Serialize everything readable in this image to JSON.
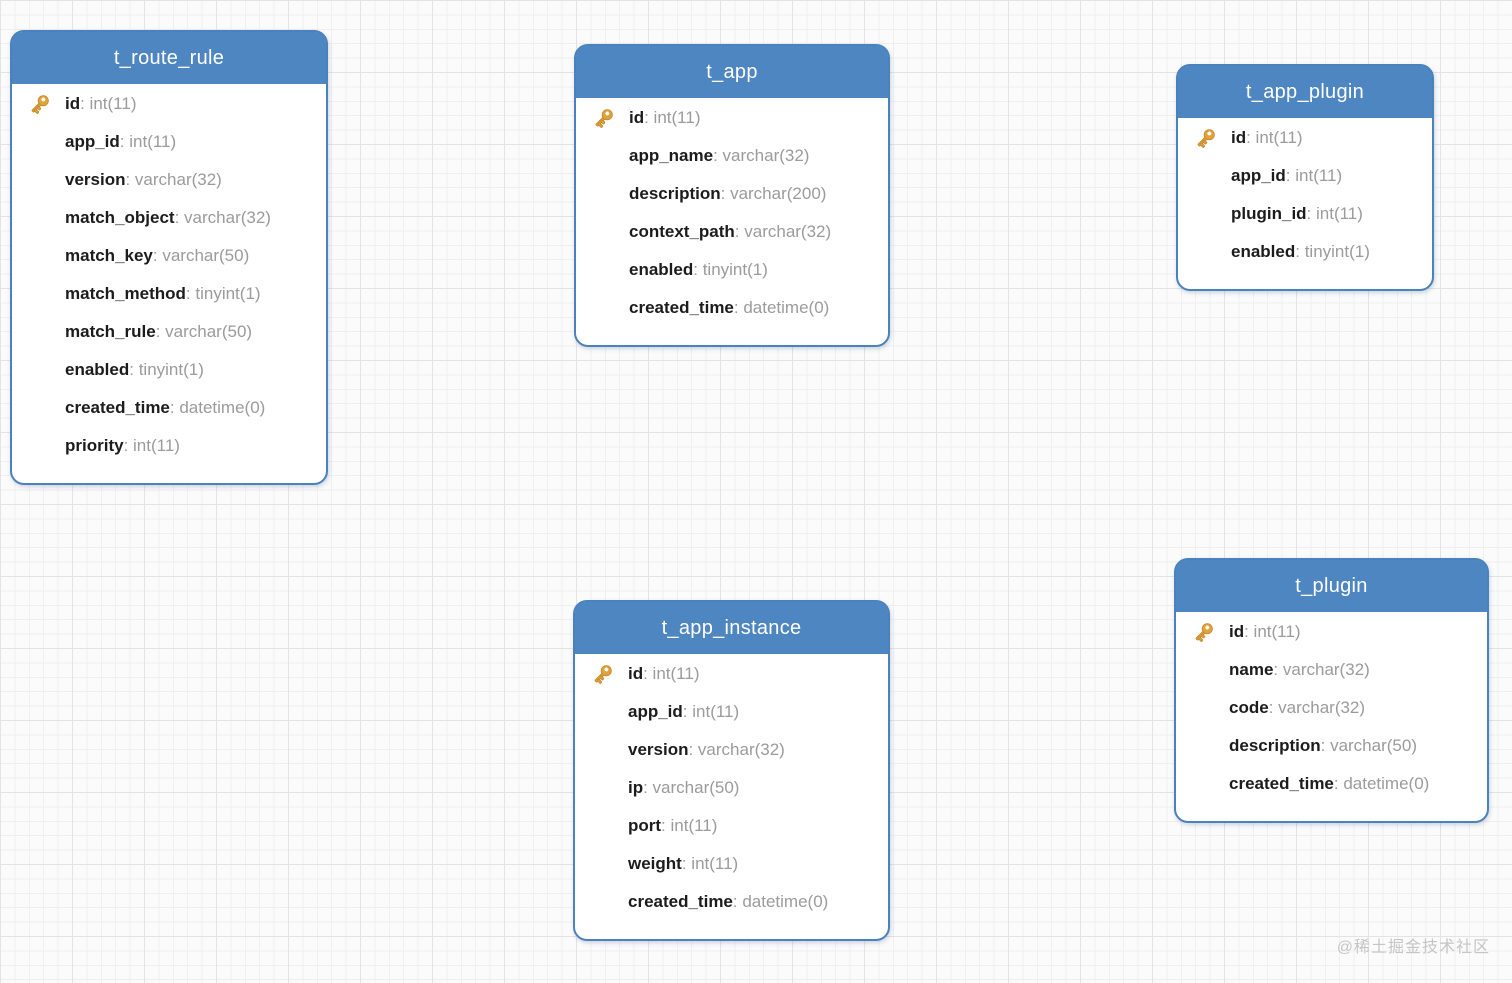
{
  "diagram": {
    "watermark": "@稀土掘金技术社区",
    "colors": {
      "header_blue": "#4E86C1",
      "border_blue": "#4982BC",
      "field_name": "#1C1C1C",
      "field_type": "#9B9B9B",
      "key_gold": "#E0A33C"
    },
    "tables": [
      {
        "title": "t_route_rule",
        "fields": [
          {
            "name": "id",
            "type": "int(11)",
            "key": true
          },
          {
            "name": "app_id",
            "type": "int(11)"
          },
          {
            "name": "version",
            "type": "varchar(32)"
          },
          {
            "name": "match_object",
            "type": "varchar(32)"
          },
          {
            "name": "match_key",
            "type": "varchar(50)"
          },
          {
            "name": "match_method",
            "type": "tinyint(1)"
          },
          {
            "name": "match_rule",
            "type": "varchar(50)"
          },
          {
            "name": "enabled",
            "type": "tinyint(1)"
          },
          {
            "name": "created_time",
            "type": "datetime(0)"
          },
          {
            "name": "priority",
            "type": "int(11)"
          }
        ]
      },
      {
        "title": "t_app",
        "fields": [
          {
            "name": "id",
            "type": "int(11)",
            "key": true
          },
          {
            "name": "app_name",
            "type": "varchar(32)"
          },
          {
            "name": "description",
            "type": "varchar(200)"
          },
          {
            "name": "context_path",
            "type": "varchar(32)"
          },
          {
            "name": "enabled",
            "type": "tinyint(1)"
          },
          {
            "name": "created_time",
            "type": "datetime(0)"
          }
        ]
      },
      {
        "title": "t_app_plugin",
        "fields": [
          {
            "name": "id",
            "type": "int(11)",
            "key": true
          },
          {
            "name": "app_id",
            "type": "int(11)"
          },
          {
            "name": "plugin_id",
            "type": "int(11)"
          },
          {
            "name": "enabled",
            "type": "tinyint(1)"
          }
        ]
      },
      {
        "title": "t_app_instance",
        "fields": [
          {
            "name": "id",
            "type": "int(11)",
            "key": true
          },
          {
            "name": "app_id",
            "type": "int(11)"
          },
          {
            "name": "version",
            "type": "varchar(32)"
          },
          {
            "name": "ip",
            "type": "varchar(50)"
          },
          {
            "name": "port",
            "type": "int(11)"
          },
          {
            "name": "weight",
            "type": "int(11)"
          },
          {
            "name": "created_time",
            "type": "datetime(0)"
          }
        ]
      },
      {
        "title": "t_plugin",
        "fields": [
          {
            "name": "id",
            "type": "int(11)",
            "key": true
          },
          {
            "name": "name",
            "type": "varchar(32)"
          },
          {
            "name": "code",
            "type": "varchar(32)"
          },
          {
            "name": "description",
            "type": "varchar(50)"
          },
          {
            "name": "created_time",
            "type": "datetime(0)"
          }
        ]
      }
    ]
  }
}
